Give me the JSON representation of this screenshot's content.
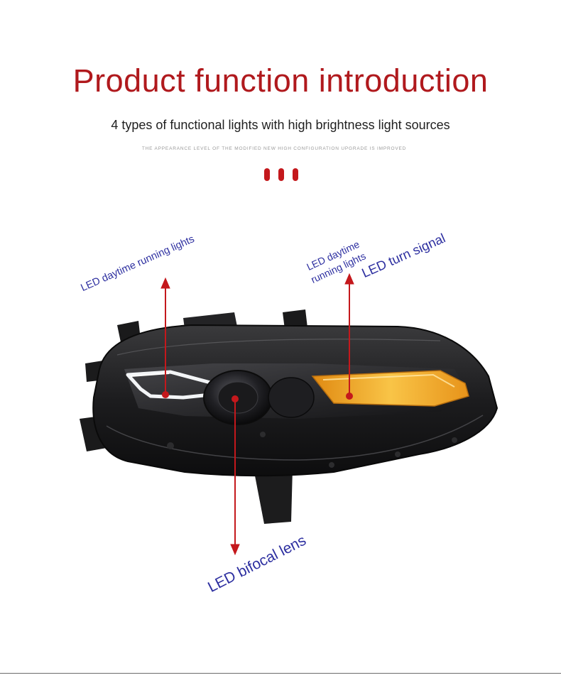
{
  "header": {
    "title": "Product function introduction",
    "subtitle": "4 types of functional lights with high brightness light sources",
    "tagline": "THE APPEARANCE LEVEL OF THE MODIFIED NEW HIGH CONFIGURATION UPGRADE IS IMPROVED"
  },
  "callouts": {
    "left_drl": "LED daytime running lights",
    "right_drl_line1": "LED daytime",
    "right_drl_line2": "running lights",
    "turn_signal": "LED turn signal",
    "bifocal_lens": "LED bifocal lens"
  },
  "colors": {
    "title": "#b0191d",
    "accent_dots": "#c4181c",
    "callout_text": "#2d2fa0",
    "arrow": "#c4181c",
    "amber_light": "#f2a21a"
  }
}
